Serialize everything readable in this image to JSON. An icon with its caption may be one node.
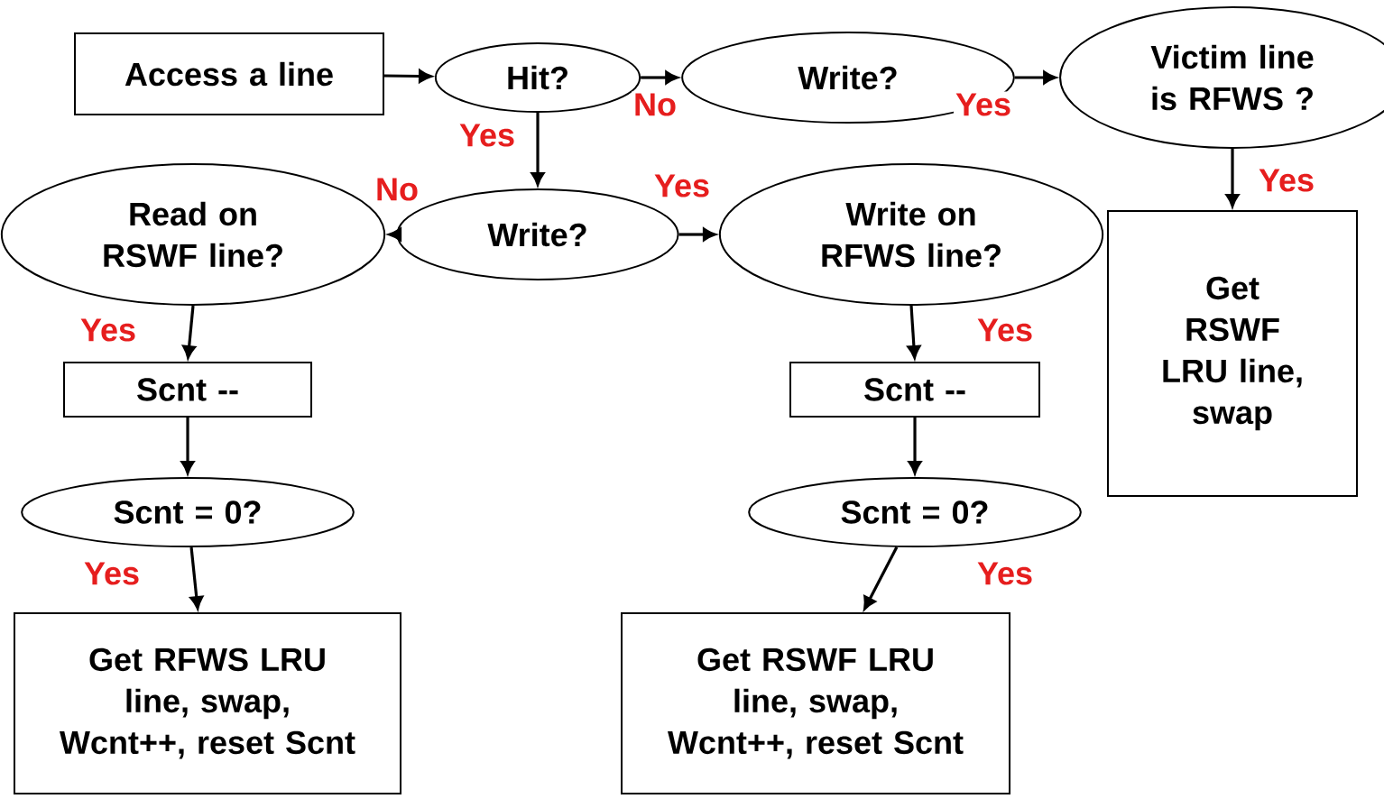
{
  "diagram": {
    "nodes": [
      {
        "text": [
          "Access a line"
        ]
      },
      {
        "text": [
          "Hit?"
        ]
      },
      {
        "text": [
          "Write?"
        ]
      },
      {
        "text": [
          "Victim line is RFWS ?"
        ]
      },
      {
        "text": [
          "Get RSWF LRU line, swap"
        ]
      },
      {
        "text": [
          "Write?"
        ]
      },
      {
        "text": [
          "Read on RSWF line?"
        ]
      },
      {
        "text": [
          "Write on RFWS line?"
        ]
      },
      {
        "text": [
          "Scnt --"
        ]
      },
      {
        "text": [
          "Scnt = 0?"
        ]
      },
      {
        "text": [
          "Get RFWS LRU line, swap, Wcnt++, reset Scnt"
        ]
      },
      {
        "text": [
          "Scnt --"
        ]
      },
      {
        "text": [
          "Scnt = 0?"
        ]
      },
      {
        "text": [
          "Get RSWF LRU line, swap, Wcnt++, reset Scnt"
        ]
      }
    ],
    "edges": [
      {
        "from": 0,
        "to": 1,
        "arrow": "to"
      },
      {
        "from": 1,
        "to": 2,
        "arrow": "to",
        "label": "No"
      },
      {
        "from": 2,
        "to": 3,
        "arrow": "to",
        "label": "Yes"
      },
      {
        "from": 3,
        "to": 4,
        "arrow": "to",
        "label": "Yes"
      },
      {
        "from": 1,
        "to": 5,
        "arrow": "to",
        "label": "Yes"
      },
      {
        "from": 5,
        "to": 6,
        "arrow": "to",
        "label": "No"
      },
      {
        "from": 5,
        "to": 7,
        "arrow": "to",
        "label": "Yes"
      },
      {
        "from": 6,
        "to": 8,
        "arrow": "to",
        "label": "Yes"
      },
      {
        "from": 8,
        "to": 9,
        "arrow": "to"
      },
      {
        "from": 9,
        "to": 10,
        "arrow": "to",
        "label": "Yes"
      },
      {
        "from": 7,
        "to": 11,
        "arrow": "to",
        "label": "Yes"
      },
      {
        "from": 11,
        "to": 12,
        "arrow": "to"
      },
      {
        "from": 12,
        "to": 13,
        "arrow": "to",
        "label": "Yes"
      }
    ]
  }
}
